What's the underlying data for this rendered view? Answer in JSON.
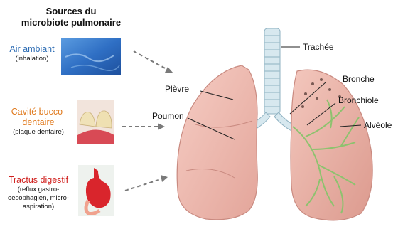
{
  "title_line1": "Sources du",
  "title_line2": "microbiote pulmonaire",
  "sources": [
    {
      "name": "Air ambiant",
      "detail_lines": [
        "(inhalation)"
      ],
      "name_color": "#2e6db4",
      "image": "sky-icon"
    },
    {
      "name_lines": [
        "Cavité bucco-",
        "dentaire"
      ],
      "detail_lines": [
        "(plaque dentaire)"
      ],
      "name_color": "#e07a1e",
      "image": "teeth-icon"
    },
    {
      "name": "Tractus digestif",
      "detail_lines": [
        "(reflux gastro-",
        "oesophagien, micro-",
        "aspiration)"
      ],
      "name_color": "#d0201e",
      "image": "stomach-icon"
    }
  ],
  "anatomy_labels": {
    "plevre": "Plèvre",
    "poumon": "Poumon",
    "trachee": "Trachée",
    "bronche": "Bronche",
    "bronchiole": "Bronchiole",
    "alveole": "Alvéole"
  }
}
